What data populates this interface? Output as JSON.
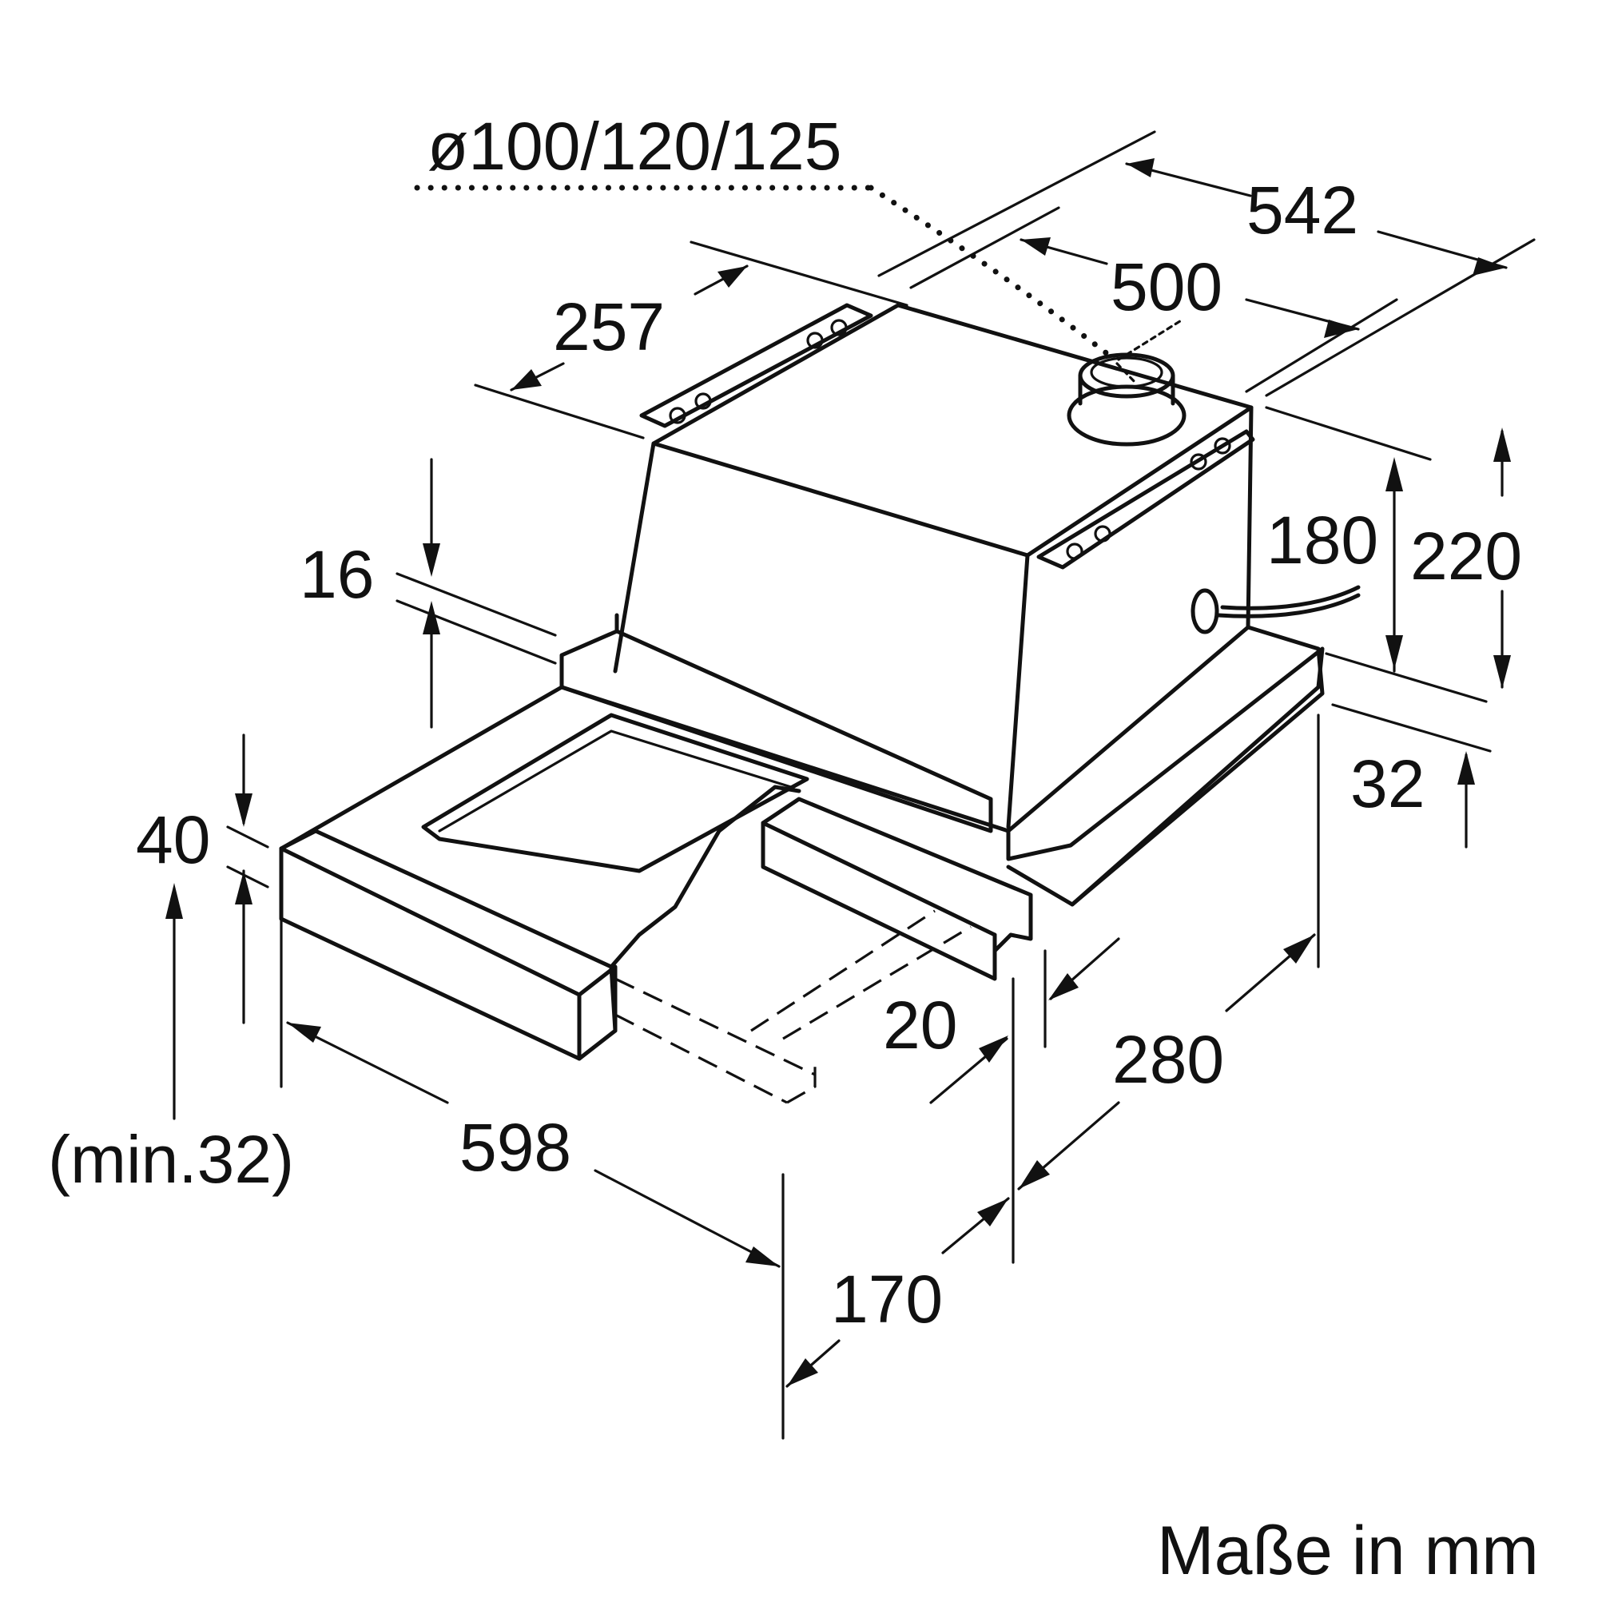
{
  "drawing": {
    "subject": "",
    "units_note": "Maße in mm",
    "line_color": "#111111",
    "background": "#ffffff"
  },
  "dimensions": {
    "duct_diameter": "ø100/120/125",
    "width_top_outer": "542",
    "width_top_inner": "500",
    "depth_top": "257",
    "height_180": "180",
    "height_220": "220",
    "front_lip_16": "16",
    "front_panel_40": "40",
    "min_clearance": "(min.32)",
    "right_base_32": "32",
    "front_width_598": "598",
    "offset_20": "20",
    "depth_280": "280",
    "extension_170": "170"
  }
}
